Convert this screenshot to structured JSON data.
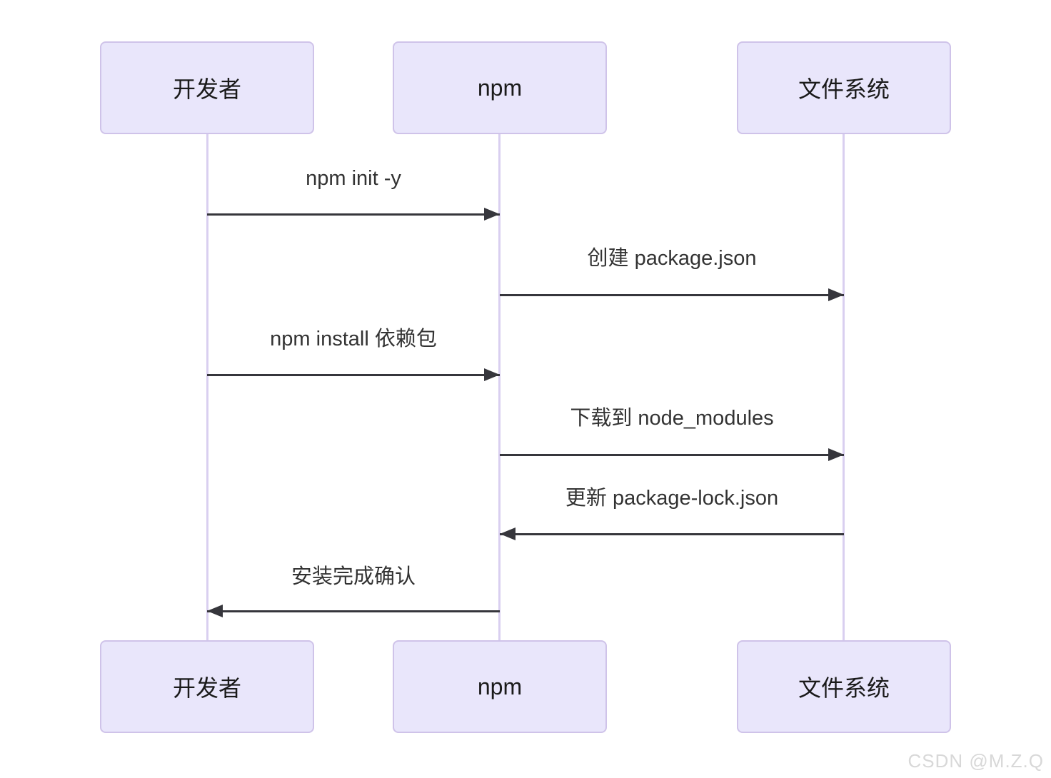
{
  "diagram": {
    "type": "sequence-diagram",
    "topic": "npm workflow",
    "actors": [
      {
        "id": "developer",
        "label": "开发者"
      },
      {
        "id": "npm",
        "label": "npm"
      },
      {
        "id": "filesystem",
        "label": "文件系统"
      }
    ],
    "messages": [
      {
        "label": "npm init -y",
        "from": "开发者",
        "to": "npm",
        "direction": "right"
      },
      {
        "label": "创建 package.json",
        "from": "npm",
        "to": "文件系统",
        "direction": "right"
      },
      {
        "label": "npm install 依赖包",
        "from": "开发者",
        "to": "npm",
        "direction": "right"
      },
      {
        "label": "下载到 node_modules",
        "from": "npm",
        "to": "文件系统",
        "direction": "right"
      },
      {
        "label": "更新 package-lock.json",
        "from": "文件系统",
        "to": "npm",
        "direction": "left"
      },
      {
        "label": "安装完成确认",
        "from": "npm",
        "to": "开发者",
        "direction": "left"
      }
    ],
    "colors": {
      "actor_fill": "#e9e6fb",
      "actor_border": "#cfc3e9",
      "lifeline": "#d9cff0",
      "arrow": "#36363c",
      "message_text": "#333333",
      "actor_text": "#1a1a1a",
      "background": "#ffffff",
      "watermark_text": "#d8d8d8"
    },
    "watermark": "CSDN @M.Z.Q"
  }
}
